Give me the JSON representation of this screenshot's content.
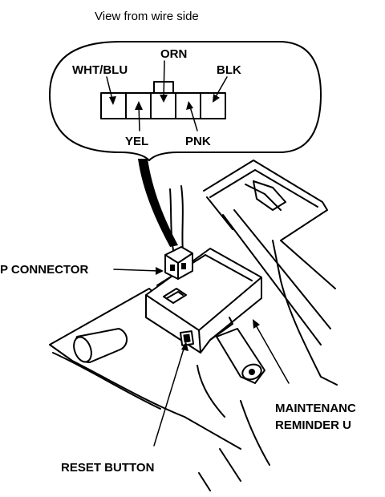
{
  "view_caption": "View from wire side",
  "pins": {
    "wht_blu": "WHT/BLU",
    "orn": "ORN",
    "blk": "BLK",
    "yel": "YEL",
    "pnk": "PNK"
  },
  "labels": {
    "connector": "P CONNECTOR",
    "unit_line1": "MAINTENANC",
    "unit_line2": "REMINDER U",
    "reset_button": "RESET BUTTON"
  }
}
